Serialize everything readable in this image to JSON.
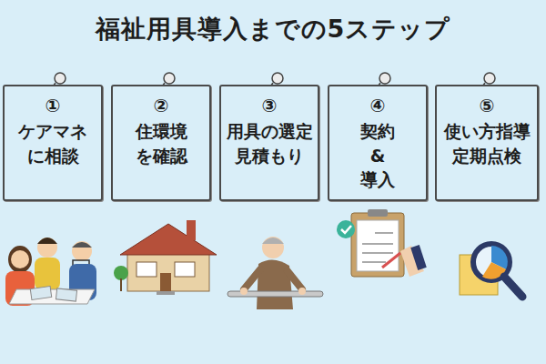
{
  "diagram": {
    "title": "福祉用具導入までの5ステップ",
    "nodes": [
      {
        "text": [
          "①",
          "ケアマネ に相談"
        ]
      },
      {
        "text": [
          "②",
          "住環境 を確認"
        ]
      },
      {
        "text": [
          "③",
          "用具の選定 見積もり"
        ]
      },
      {
        "text": [
          "④",
          "契約 & 導入"
        ]
      },
      {
        "text": [
          "⑤",
          "使い方指導 定期点検"
        ]
      }
    ]
  }
}
